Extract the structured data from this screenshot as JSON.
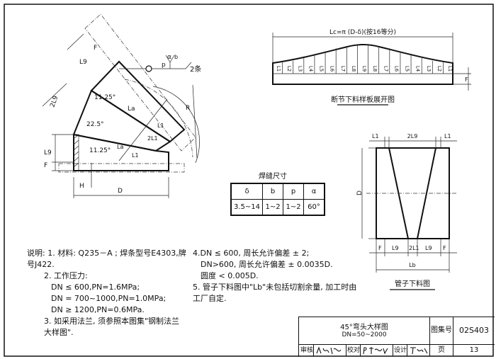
{
  "elbow": {
    "labels": {
      "F": "F",
      "L9": "L9",
      "2L9": "2L9",
      "a": "α",
      "b": "b",
      "p": "p",
      "weld_count": "2条",
      "angle_small_top": "11.25°",
      "angle_mid": "22.5°",
      "angle_small_bot": "11.25°",
      "La_top": "La",
      "La_bot": "La",
      "L1": "L1",
      "2L1": "2L1",
      "L1_bot": "L1",
      "R": "R",
      "L9_left": "L9",
      "F_left": "F",
      "H": "H",
      "D": "D"
    }
  },
  "development": {
    "formula": "Lc=π (D-δ)(按16等分)",
    "cells": [
      "L1",
      "L2",
      "L3",
      "L4",
      "L5",
      "L6",
      "L7",
      "L8",
      "L9",
      "L8",
      "L7",
      "L6",
      "L5",
      "L4",
      "L3",
      "L2",
      "L1"
    ],
    "F": "F",
    "caption": "断节下料样板展开图"
  },
  "weld_table": {
    "title": "焊缝尺寸",
    "headers": [
      "δ",
      "b",
      "p",
      "α"
    ],
    "row": [
      "3.5~14",
      "1~2",
      "1~2",
      "60°"
    ]
  },
  "pipe": {
    "top_dims": [
      "L1",
      "2L9",
      "L1"
    ],
    "bottom_dims": [
      "F",
      "L9",
      "2L1",
      "L9",
      "F"
    ],
    "D": "D",
    "Lb": "Lb",
    "caption": "管子下料图"
  },
  "notes": {
    "prefix": "说明:",
    "lines_left": [
      "1. 材料: Q235－A ; 焊条型号E4303,牌号J422.",
      "2. 工作压力:",
      "DN ≤ 600,PN=1.6MPa;",
      "DN = 700~1000,PN=1.0MPa;",
      "DN ≥ 1200,PN=0.6MPa.",
      "3. 如采用法兰, 须参照本图集\"钢制法兰大样图\"."
    ],
    "lines_right": [
      "4.DN ≤ 600, 周长允许偏差  ± 2;",
      "DN>600, 周长允许偏差 ± 0.0035D.",
      "圆度 < 0.005D.",
      "5. 管子下料图中\"Lb\"未包括切割余量, 加工时由工厂自定."
    ]
  },
  "title_block": {
    "title": "45°弯头大样图",
    "subtitle": "DN=50~2000",
    "atlas_label": "图集号",
    "atlas_no": "02S403",
    "review": "审核",
    "check": "校对",
    "design": "设计",
    "page_label": "页",
    "page_no": "13"
  }
}
